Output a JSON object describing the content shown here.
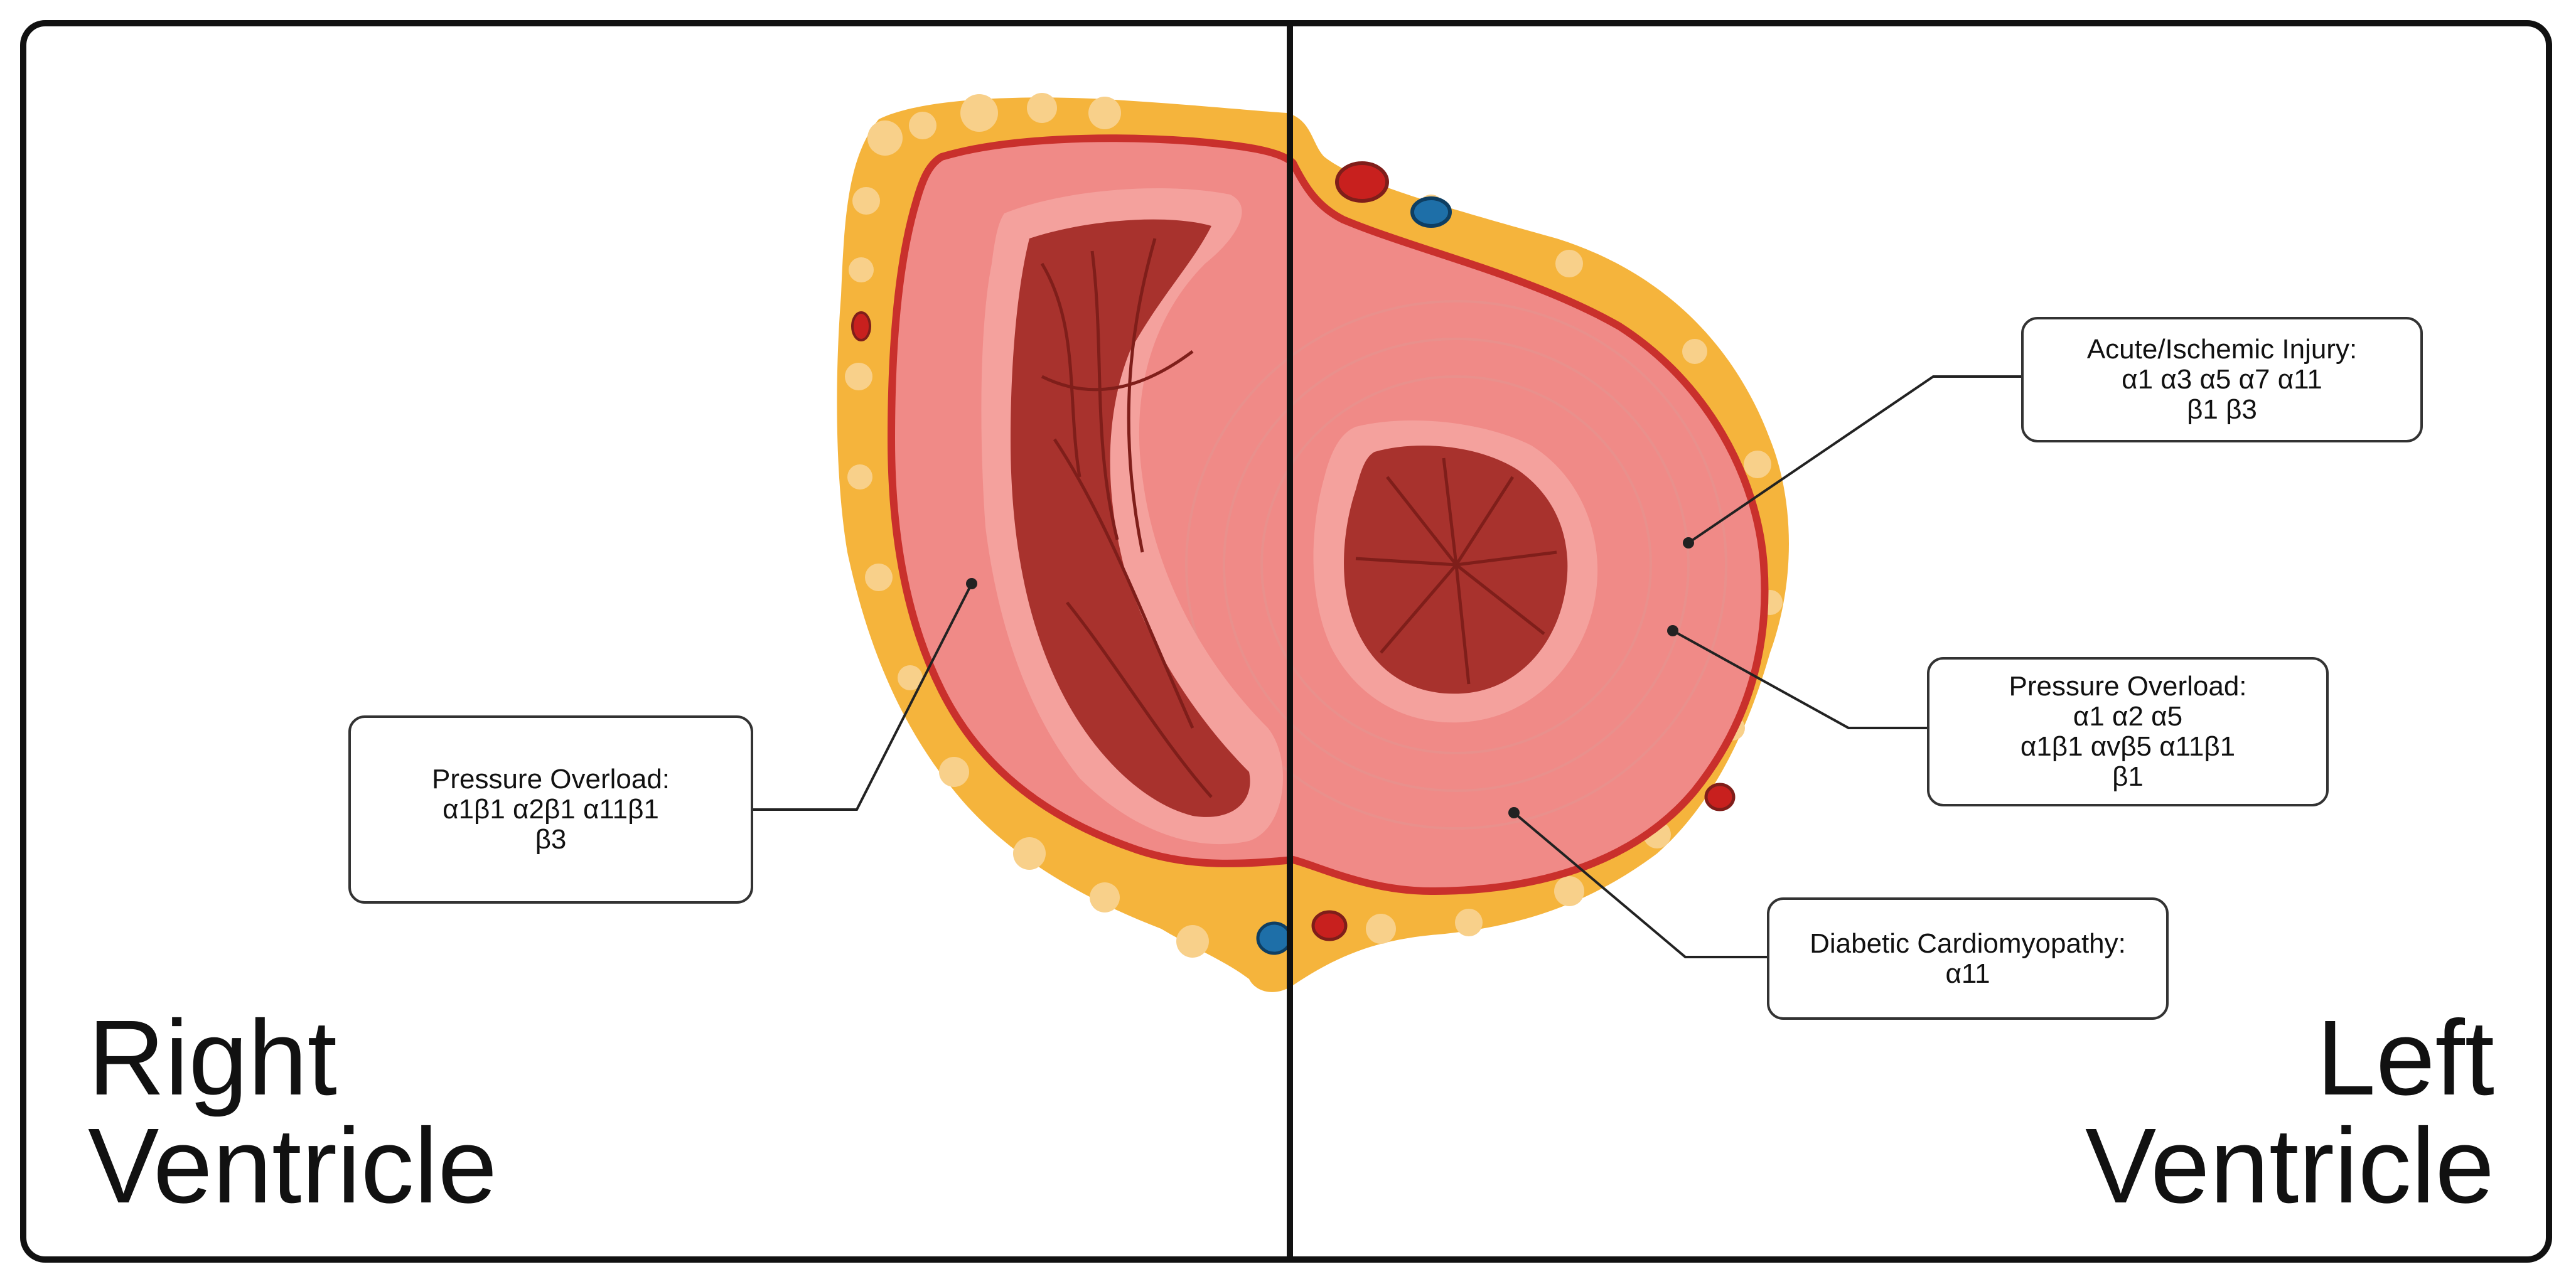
{
  "panels": {
    "left": {
      "line1": "Right",
      "line2": "Ventricle"
    },
    "right": {
      "line1": "Left",
      "line2": "Ventricle"
    }
  },
  "callouts": {
    "rv_pressure": {
      "title": "Pressure Overload:",
      "line1": "α1β1 α2β1 α11β1",
      "line2": "β3"
    },
    "lv_ischemic": {
      "title": "Acute/Ischemic Injury:",
      "line1": "α1 α3 α5 α7 α11",
      "line2": "β1 β3"
    },
    "lv_pressure": {
      "title": "Pressure Overload:",
      "line1": "α1 α2 α5",
      "line2": "α1β1 αvβ5 α11β1",
      "line3": "β1"
    },
    "lv_diabetic": {
      "title": "Diabetic Cardiomyopathy:",
      "line1": "α11"
    }
  },
  "colors": {
    "fat": "#F5B43C",
    "fat_light": "#F8D08A",
    "myocardium": "#F08A87",
    "epicardial_rim": "#C9302C",
    "trabeculae": "#9B2A25",
    "lumen_dark": "#A8322D",
    "vessel_red": "#C8201E",
    "vessel_blue": "#1E6FA8"
  }
}
